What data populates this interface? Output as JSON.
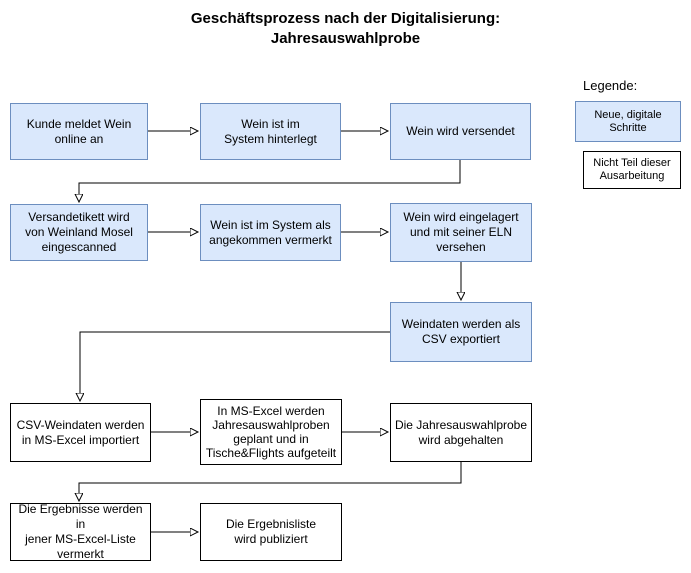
{
  "title": {
    "line1": "Geschäftsprozess nach der Digitalisierung:",
    "line2": "Jahresauswahlprobe"
  },
  "legend": {
    "heading": "Legende:",
    "items": [
      {
        "label": "Neue, digitale Schritte",
        "type": "digital"
      },
      {
        "label": "Nicht Teil dieser\nAusarbeitung",
        "type": "plain"
      }
    ]
  },
  "colors": {
    "digital_fill": "#dae8fc",
    "digital_border": "#6c8ebf",
    "plain_fill": "#ffffff",
    "plain_border": "#000000",
    "connector": "#000000",
    "text": "#000000"
  },
  "nodes": [
    {
      "label": "Kunde meldet Wein\nonline an",
      "type": "digital"
    },
    {
      "label": "Wein ist im\nSystem hinterlegt",
      "type": "digital"
    },
    {
      "label": "Wein wird versendet",
      "type": "digital"
    },
    {
      "label": "Versandetikett wird\nvon Weinland Mosel\neingescanned",
      "type": "digital"
    },
    {
      "label": "Wein ist im System als\nangekommen vermerkt",
      "type": "digital"
    },
    {
      "label": "Wein wird eingelagert\nund mit seiner ELN\nversehen",
      "type": "digital"
    },
    {
      "label": "Weindaten werden als\nCSV exportiert",
      "type": "digital"
    },
    {
      "label": "CSV-Weindaten werden\nin MS-Excel importiert",
      "type": "plain"
    },
    {
      "label": "In MS-Excel werden\nJahresauswahlproben\ngeplant und in\nTische&Flights aufgeteilt",
      "type": "plain"
    },
    {
      "label": "Die Jahresauswahlprobe\nwird abgehalten",
      "type": "plain"
    },
    {
      "label": "Die Ergebnisse werden in\njener MS-Excel-Liste\nvermerkt",
      "type": "plain"
    },
    {
      "label": "Die Ergebnisliste\nwird publiziert",
      "type": "plain"
    }
  ]
}
